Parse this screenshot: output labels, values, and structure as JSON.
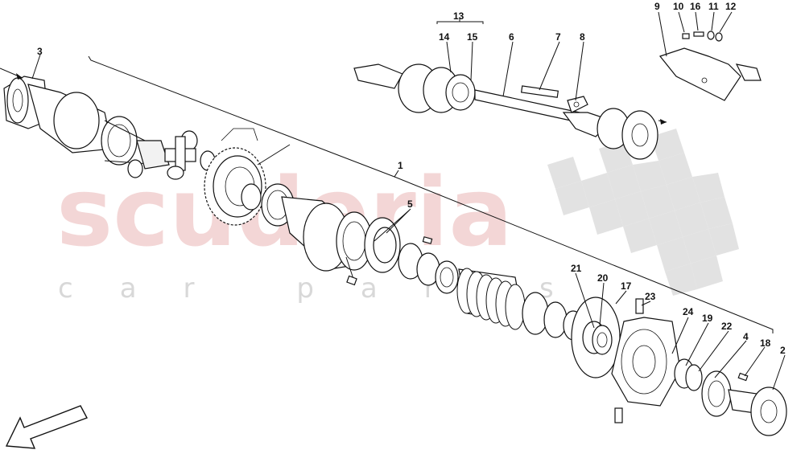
{
  "watermark": {
    "brand": "scuderia",
    "sub": "car parts"
  },
  "callouts": [
    {
      "id": "c1",
      "text": "1"
    },
    {
      "id": "c2",
      "text": "2"
    },
    {
      "id": "c3",
      "text": "3"
    },
    {
      "id": "c4",
      "text": "4"
    },
    {
      "id": "c5",
      "text": "5"
    },
    {
      "id": "c6",
      "text": "6"
    },
    {
      "id": "c7",
      "text": "7"
    },
    {
      "id": "c8",
      "text": "8"
    },
    {
      "id": "c9",
      "text": "9"
    },
    {
      "id": "c10",
      "text": "10"
    },
    {
      "id": "c11",
      "text": "11"
    },
    {
      "id": "c12",
      "text": "12"
    },
    {
      "id": "c13",
      "text": "13"
    },
    {
      "id": "c14",
      "text": "14"
    },
    {
      "id": "c15",
      "text": "15"
    },
    {
      "id": "c16",
      "text": "16"
    },
    {
      "id": "c17",
      "text": "17"
    },
    {
      "id": "c18",
      "text": "18"
    },
    {
      "id": "c19",
      "text": "19"
    },
    {
      "id": "c20",
      "text": "20"
    },
    {
      "id": "c21",
      "text": "21"
    },
    {
      "id": "c22",
      "text": "22"
    },
    {
      "id": "c23",
      "text": "23"
    },
    {
      "id": "c24",
      "text": "24"
    }
  ],
  "colors": {
    "watermark_red": "#e5a5a5",
    "checker": "#d6d6d6",
    "line": "#111111"
  }
}
